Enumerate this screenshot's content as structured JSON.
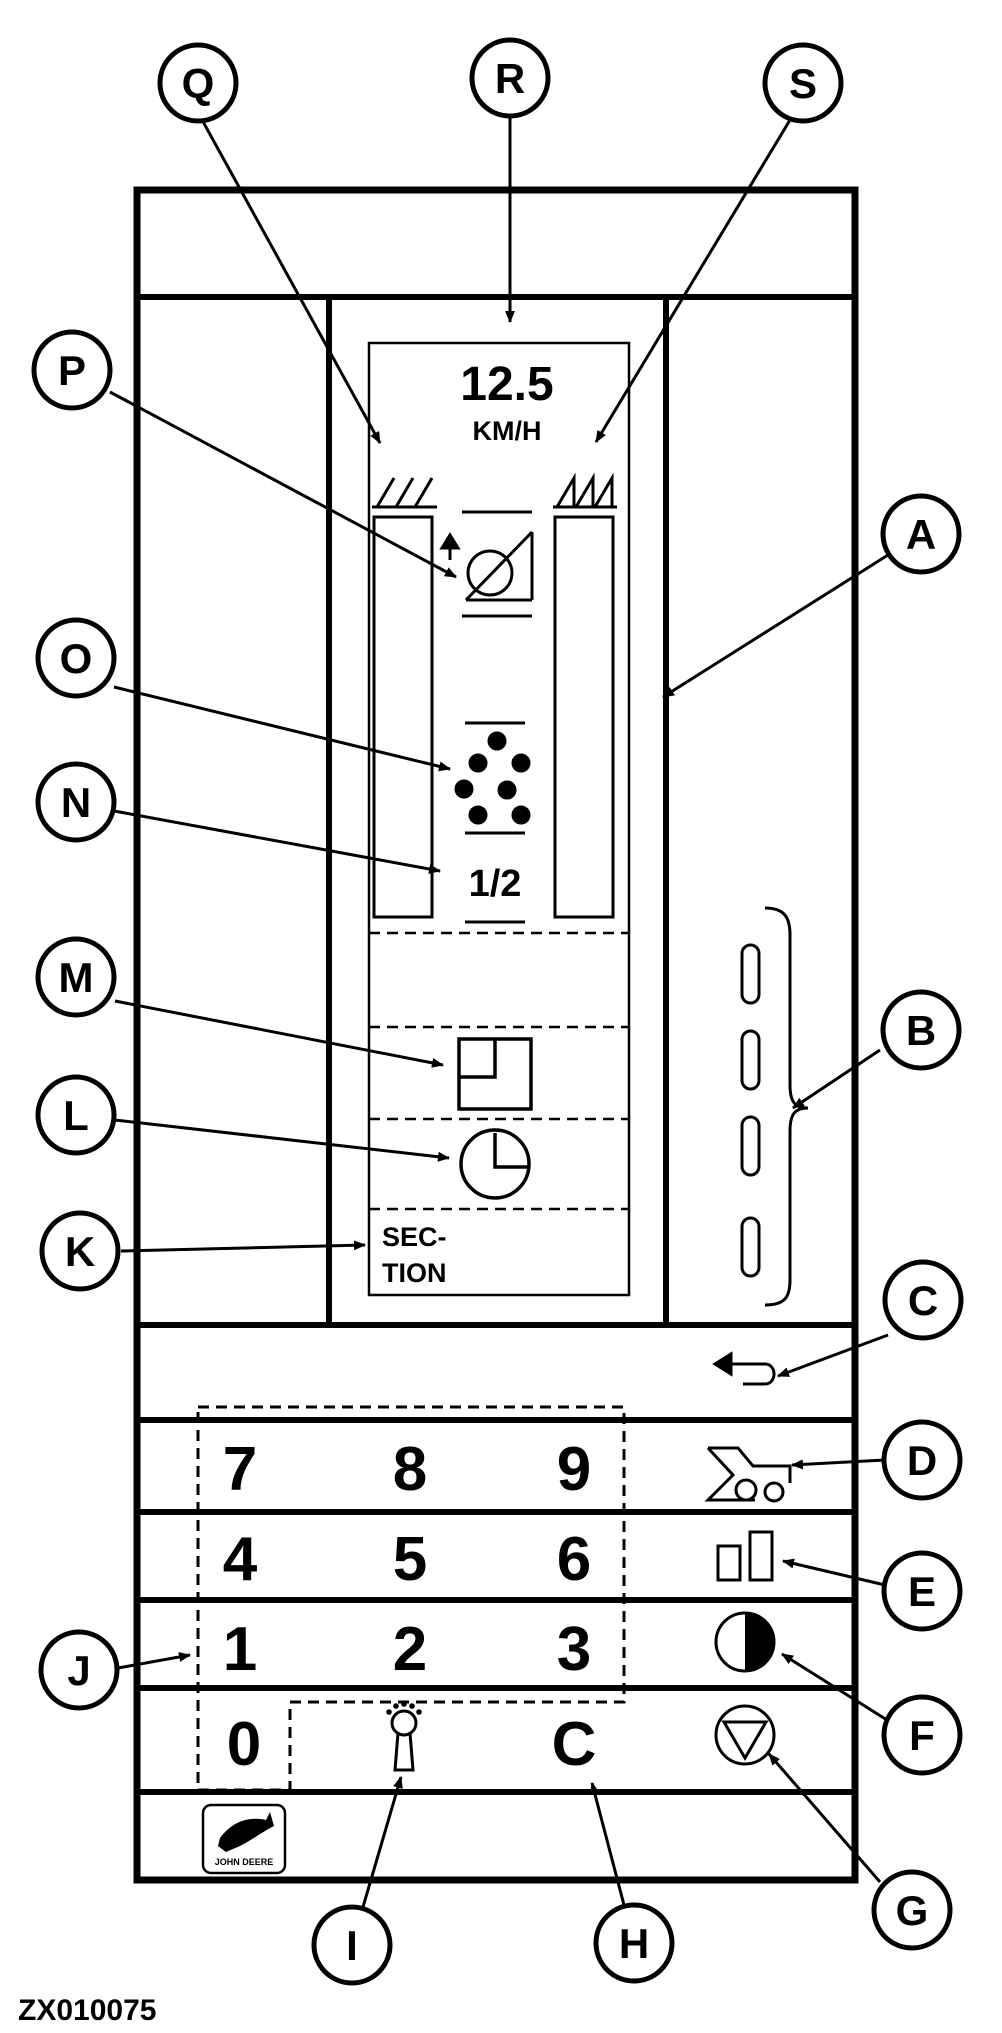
{
  "callouts": {
    "A": "A",
    "B": "B",
    "C": "C",
    "D": "D",
    "E": "E",
    "F": "F",
    "G": "G",
    "H": "H",
    "I": "I",
    "J": "J",
    "K": "K",
    "L": "L",
    "M": "M",
    "N": "N",
    "O": "O",
    "P": "P",
    "Q": "Q",
    "R": "R",
    "S": "S"
  },
  "display": {
    "speed_value": "12.5",
    "speed_unit": "KM/H",
    "fraction": "1/2",
    "section_line1": "SEC-",
    "section_line2": "TION"
  },
  "keypad": {
    "keys": [
      "7",
      "8",
      "9",
      "4",
      "5",
      "6",
      "1",
      "2",
      "3",
      "0"
    ],
    "clear": "C"
  },
  "icons": {
    "back": "return-arrow-icon",
    "machine": "machine-icon",
    "columns": "columns-icon",
    "contrast": "half-circle-icon",
    "enter": "down-triangle-icon",
    "light": "light-icon",
    "brand": "john-deere-logo-icon",
    "clock": "clock-icon",
    "area": "area-icon",
    "dots": "dots-icon",
    "rate": "rate-icon"
  },
  "logo_text": "JOHN DEERE",
  "figure_id": "ZX010075"
}
